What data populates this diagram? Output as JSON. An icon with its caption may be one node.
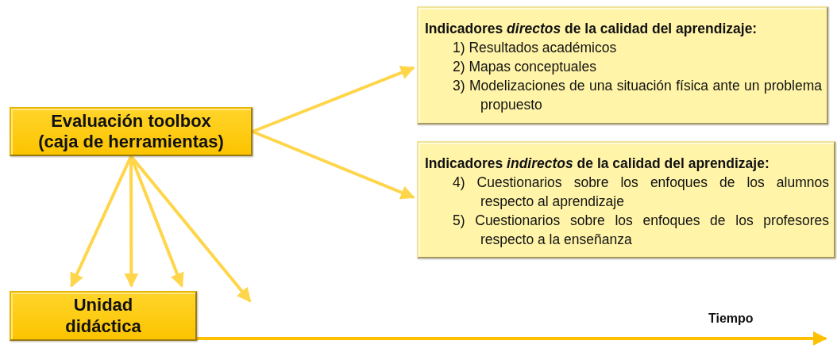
{
  "diagram": {
    "nodes": [
      {
        "text": [
          "Evaluación toolbox (caja de herramientas)"
        ]
      },
      {
        "text": [
          "Indicadores *directos* de la calidad del aprendizaje:",
          "1) Resultados académicos",
          "2) Mapas conceptuales",
          "3) Modelizaciones de una situación física ante un problema propuesto"
        ]
      },
      {
        "text": [
          "Indicadores *indirectos* de la calidad del aprendizaje:",
          "4) Cuestionarios sobre los enfoques de los alumnos respecto al aprendizaje",
          "5) Cuestionarios sobre los enfoques de los profesores respecto a la enseñanza"
        ]
      },
      {
        "text": [
          "Unidad didáctica"
        ]
      }
    ],
    "edges": [
      {
        "from": 0,
        "to": 1,
        "arrow": "to"
      },
      {
        "from": 0,
        "to": 2,
        "arrow": "to"
      },
      {
        "from": 0,
        "to": 3,
        "arrow": "to"
      },
      {
        "from": 0,
        "to": 3,
        "arrow": "to"
      },
      {
        "from": 0,
        "to": 3,
        "arrow": "to"
      },
      {
        "from": 0,
        "to": null,
        "arrow": "to"
      },
      {
        "from": 3,
        "to": null,
        "arrow": "to",
        "color": "#ffc000"
      }
    ],
    "labels": [
      "Tiempo"
    ]
  }
}
